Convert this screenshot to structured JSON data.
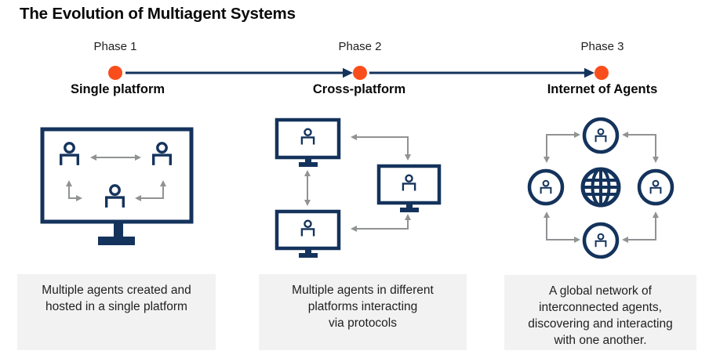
{
  "title": "The Evolution of Multiagent Systems",
  "colors": {
    "navy": "#14335C",
    "orange": "#F94E1C",
    "arrow_gray": "#909294",
    "caption_bg": "#F2F2F2",
    "text": "#1F1F1F",
    "title_color": "#0A0A0A"
  },
  "icons": {
    "agent": "person-icon",
    "platform": "monitor-icon",
    "network_hub": "globe-icon",
    "link": "bidirectional-arrow-icon",
    "milestone": "orange-dot"
  },
  "phases": [
    {
      "timeline_label": "Phase 1",
      "name": "Single platform",
      "caption_lines": [
        "Multiple agents created and",
        "hosted in a single platform"
      ]
    },
    {
      "timeline_label": "Phase 2",
      "name": "Cross-platform",
      "caption_lines": [
        "Multiple agents in different",
        "platforms interacting",
        "via protocols"
      ]
    },
    {
      "timeline_label": "Phase 3",
      "name": "Internet of Agents",
      "caption_lines": [
        "A global network of",
        "interconnected agents,",
        "discovering and interacting",
        "with one another."
      ]
    }
  ]
}
